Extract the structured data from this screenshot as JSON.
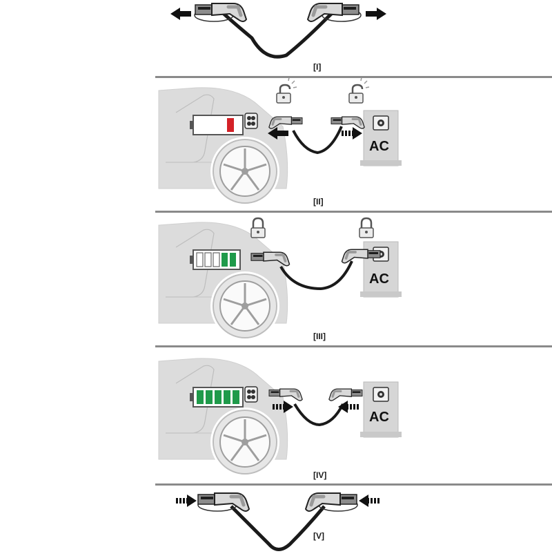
{
  "steps": [
    {
      "label": "[I]",
      "scene": "unplug-cable"
    },
    {
      "label": "[II]",
      "scene": "connect-unlocked",
      "battery_segments_charged": 1,
      "battery_state": "low",
      "locks": "unlocked",
      "station_label": "AC"
    },
    {
      "label": "[III]",
      "scene": "charging-locked",
      "battery_segments_charged": 2,
      "battery_state": "charging",
      "locks": "locked",
      "station_label": "AC"
    },
    {
      "label": "[IV]",
      "scene": "charged-disconnect",
      "battery_segments_charged": 5,
      "battery_state": "full",
      "locks": "none",
      "station_label": "AC"
    },
    {
      "label": "[V]",
      "scene": "store-cable"
    }
  ],
  "colors": {
    "battery_low": "#d42127",
    "battery_charged": "#1f9a4a",
    "car_body": "#dcdcdc",
    "station": "#d6d6d6",
    "cable": "#1a1a1a",
    "divider": "#8a8a8a"
  },
  "icons": [
    "plug-icon",
    "arrow-icon",
    "lock-icon",
    "unlock-icon",
    "car-icon",
    "charging-station-icon",
    "battery-icon"
  ]
}
